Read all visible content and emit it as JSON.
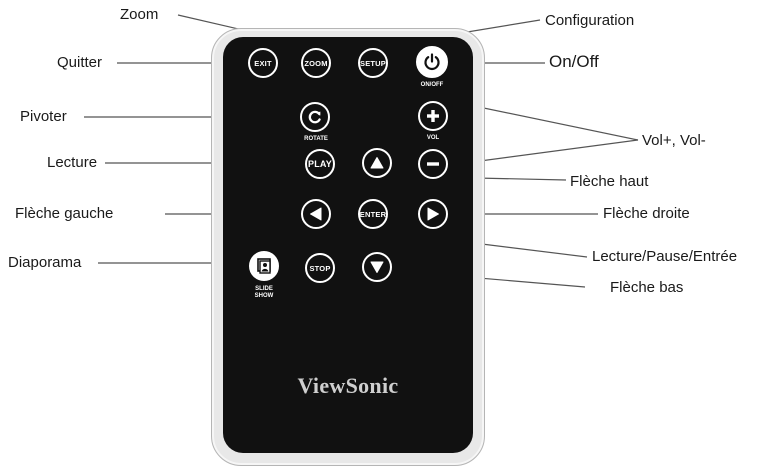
{
  "callouts": {
    "zoom": "Zoom",
    "configuration": "Configuration",
    "quitter": "Quitter",
    "on_off": "On/Off",
    "pivoter": "Pivoter",
    "vol": "Vol+, Vol-",
    "lecture": "Lecture",
    "fleche_haut": "Flèche haut",
    "fleche_gauche": "Flèche gauche",
    "fleche_droite": "Flèche droite",
    "diaporama": "Diaporama",
    "lecture_pause": "Lecture/Pause/Entrée",
    "fleche_bas": "Flèche bas"
  },
  "buttons": {
    "exit": "EXIT",
    "zoom": "ZOOM",
    "setup": "SETUP",
    "play": "PLAY",
    "enter": "ENTER",
    "stop": "STOP"
  },
  "sublabels": {
    "on_off": "ON/OFF",
    "rotate": "ROTATE",
    "vol": "VOL",
    "slide": "SLIDE",
    "show": "SHOW"
  },
  "brand": "ViewSonic",
  "colors": {
    "remote_body": "#111111",
    "remote_shell": "#e8e8e8",
    "leader_line": "#555555"
  }
}
